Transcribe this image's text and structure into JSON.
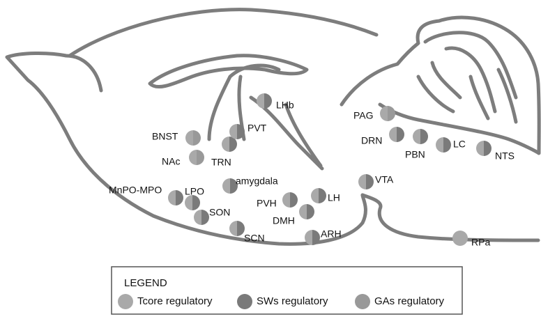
{
  "colors": {
    "outline": "#7d7d7d",
    "tcore": "#a9a9a9",
    "sws": "#7a7a7a",
    "gas": "#999999",
    "text": "#111111"
  },
  "regions": [
    {
      "id": "bnst",
      "label": "BNST",
      "types": [
        "tcore",
        "gas"
      ]
    },
    {
      "id": "nac",
      "label": "NAc",
      "types": [
        "tcore",
        "gas"
      ]
    },
    {
      "id": "trn",
      "label": "TRN",
      "types": [
        "tcore",
        "sws"
      ]
    },
    {
      "id": "pvt",
      "label": "PVT",
      "types": [
        "tcore",
        "sws"
      ]
    },
    {
      "id": "lhb",
      "label": "LHb",
      "types": [
        "tcore",
        "sws"
      ]
    },
    {
      "id": "pag",
      "label": "PAG",
      "types": [
        "tcore",
        "gas"
      ]
    },
    {
      "id": "drn",
      "label": "DRN",
      "types": [
        "tcore",
        "sws"
      ]
    },
    {
      "id": "pbn",
      "label": "PBN",
      "types": [
        "tcore",
        "sws"
      ]
    },
    {
      "id": "lc",
      "label": "LC",
      "types": [
        "tcore",
        "sws"
      ]
    },
    {
      "id": "nts",
      "label": "NTS",
      "types": [
        "tcore",
        "sws"
      ]
    },
    {
      "id": "mnpo",
      "label": "MnPO-MPO",
      "types": [
        "tcore",
        "sws"
      ]
    },
    {
      "id": "lpo",
      "label": "LPO",
      "types": [
        "tcore",
        "sws"
      ]
    },
    {
      "id": "amygdala",
      "label": "amygdala",
      "types": [
        "tcore",
        "sws"
      ]
    },
    {
      "id": "son",
      "label": "SON",
      "types": [
        "tcore",
        "sws"
      ]
    },
    {
      "id": "scn",
      "label": "SCN",
      "types": [
        "tcore",
        "sws"
      ]
    },
    {
      "id": "pvh",
      "label": "PVH",
      "types": [
        "tcore",
        "sws"
      ]
    },
    {
      "id": "lh",
      "label": "LH",
      "types": [
        "tcore",
        "sws"
      ]
    },
    {
      "id": "dmh",
      "label": "DMH",
      "types": [
        "tcore",
        "sws"
      ]
    },
    {
      "id": "arh",
      "label": "ARH",
      "types": [
        "tcore",
        "sws"
      ]
    },
    {
      "id": "vta",
      "label": "VTA",
      "types": [
        "tcore",
        "sws"
      ]
    },
    {
      "id": "rpa",
      "label": "RPa",
      "types": [
        "tcore"
      ]
    }
  ],
  "legend": {
    "title": "LEGEND",
    "items": [
      {
        "type": "tcore",
        "label": "Tcore regulatory"
      },
      {
        "type": "sws",
        "label": "SWs regulatory"
      },
      {
        "type": "gas",
        "label": "GAs regulatory"
      }
    ]
  }
}
